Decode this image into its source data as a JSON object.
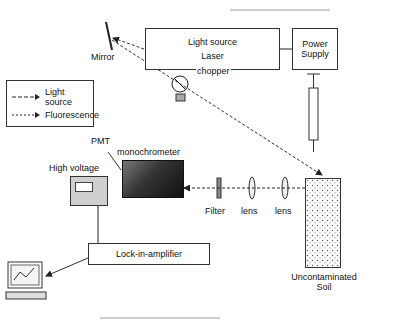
{
  "diagram": {
    "nodes": [
      {
        "text": [
          "Light source",
          "Laser"
        ]
      },
      {
        "text": [
          "Power Supply"
        ]
      },
      {
        "text": [
          "High voltage"
        ]
      },
      {
        "text": [
          "monochrometer"
        ]
      },
      {
        "text": [
          "Lock-in-amplifier"
        ]
      },
      {
        "text": [
          "Uncontaminated Soil"
        ]
      }
    ],
    "edges": [
      {
        "from": 1,
        "to": 0,
        "arrow": "none"
      },
      {
        "from": 5,
        "to": 3,
        "arrow": "to"
      },
      {
        "from": 2,
        "to": 4,
        "arrow": "none"
      }
    ],
    "labels": [
      "Mirror",
      "chopper",
      "PMT",
      "Filter",
      "lens",
      "lens"
    ],
    "legend": [
      {
        "text": "Light source"
      },
      {
        "text": "Fluorescence"
      }
    ]
  }
}
